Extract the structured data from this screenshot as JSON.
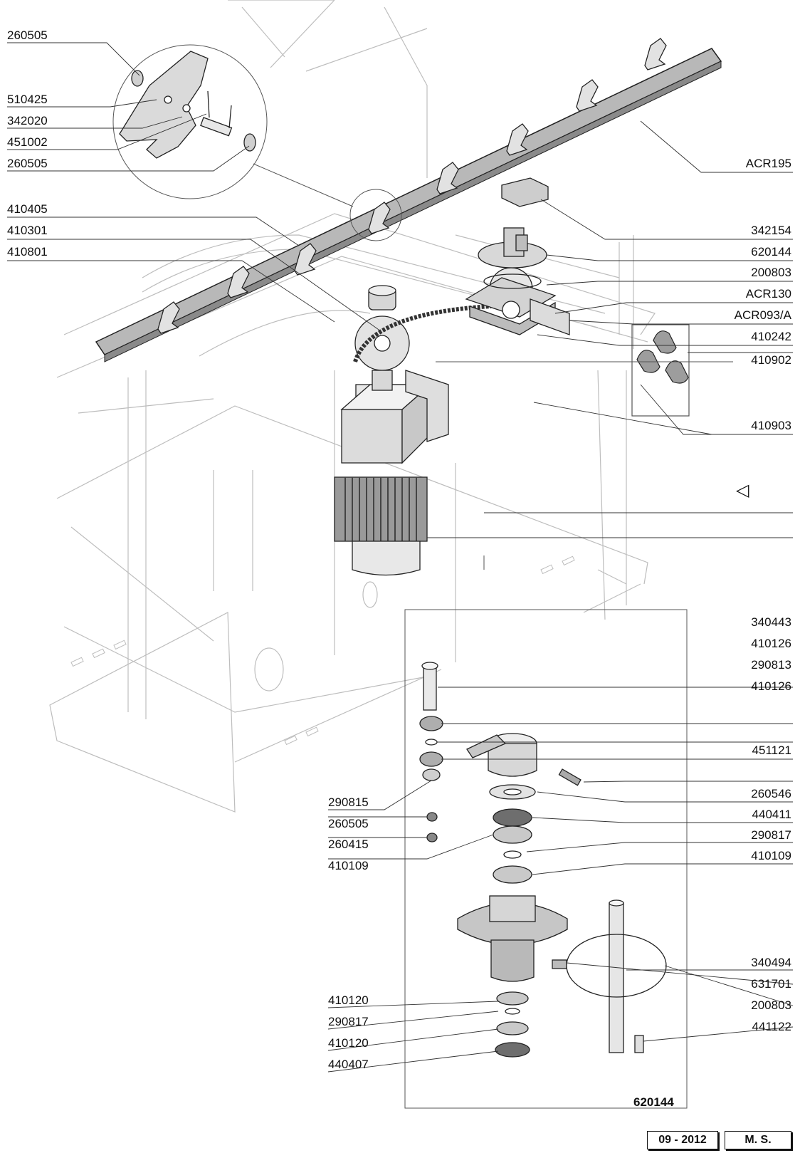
{
  "labels_left_top": [
    "260505",
    "510425",
    "342020",
    "451002",
    "260505",
    "410405",
    "410301",
    "410801"
  ],
  "labels_right_top": [
    "ACR195",
    "342154",
    "620144",
    "200803",
    "ACR130",
    "ACR093/A",
    "410242",
    "410902",
    "410903"
  ],
  "view_arrow_icon": "triangle-left-icon",
  "labels_inset_right": [
    "340443",
    "410126",
    "290813",
    "410126",
    "451121",
    "260546",
    "440411",
    "290817",
    "410109",
    "340494",
    "631701",
    "200803",
    "441122"
  ],
  "labels_inset_left": [
    "290815",
    "260505",
    "260415",
    "410109",
    "410120",
    "290817",
    "410120",
    "440407"
  ],
  "inset_title": "620144",
  "footer": {
    "date": "09 - 2012",
    "author": "M. S."
  }
}
